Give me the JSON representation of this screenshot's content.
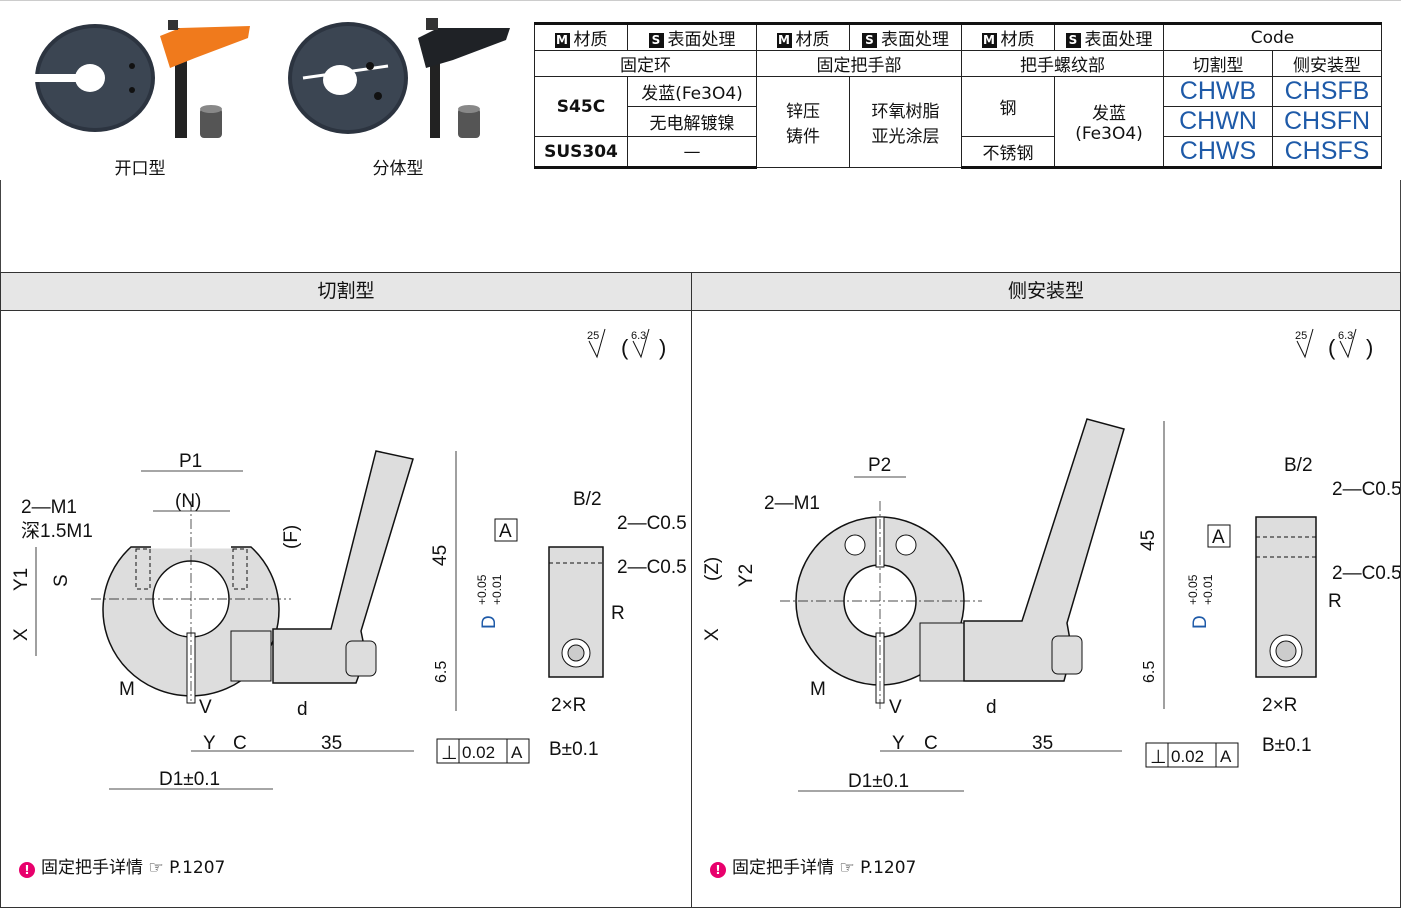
{
  "products": [
    {
      "caption": "开口型"
    },
    {
      "caption": "分体型"
    }
  ],
  "table": {
    "m_label": "M",
    "s_label": "S",
    "material": "材质",
    "surface": "表面处理",
    "code": "Code",
    "group_ring": "固定环",
    "group_handle": "固定把手部",
    "group_thread": "把手螺纹部",
    "cut_type": "切割型",
    "side_type": "侧安装型",
    "mat_s45c": "S45C",
    "mat_sus": "SUS304",
    "surf_blue": "发蓝(Fe3O4)",
    "surf_nickel": "无电解镀镍",
    "surf_none": "—",
    "handle_mat_1": "锌压",
    "handle_mat_2": "铸件",
    "handle_surf_1": "环氧树脂",
    "handle_surf_2": "亚光涂层",
    "thread_steel": "钢",
    "thread_sus": "不锈钢",
    "thread_surf_1": "发蓝",
    "thread_surf_2": "(Fe3O4)",
    "codes_cut": [
      "CHWB",
      "CHWN",
      "CHWS"
    ],
    "codes_side": [
      "CHSFB",
      "CHSFN",
      "CHSFS"
    ]
  },
  "panels": [
    {
      "title": "切割型",
      "note": "固定把手详情",
      "page": "P.1207"
    },
    {
      "title": "侧安装型",
      "note": "固定把手详情",
      "page": "P.1207"
    }
  ],
  "dims": {
    "roughness_25": "25",
    "roughness_63": "6.3",
    "p1": "P1",
    "p2": "P2",
    "n": "(N)",
    "f": "(F)",
    "z": "(Z)",
    "m1_holes": "2—M1",
    "depth": "深1.5M1",
    "y1": "Y1",
    "y2": "Y2",
    "s": "S",
    "x": "X",
    "m": "M",
    "v": "V",
    "y": "Y",
    "c": "C",
    "d": "d",
    "d1": "D1±0.1",
    "len35": "35",
    "len45": "45",
    "len65": "6.5",
    "b2": "B/2",
    "c05": "2—C0.5",
    "r": "R",
    "d_big": "D",
    "tol_up": "+0.05",
    "tol_dn": "+0.01",
    "datum": "A",
    "perp": "0.02",
    "two_r": "2×R",
    "b_tol": "B±0.1"
  }
}
